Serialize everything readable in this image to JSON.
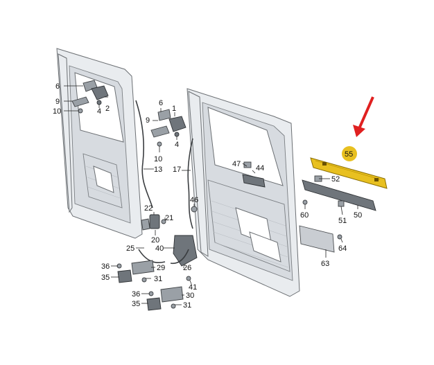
{
  "labels": {
    "l6a": "6",
    "l9a": "9",
    "l10a": "10",
    "l4a": "4",
    "l2": "2",
    "l6b": "6",
    "l1": "1",
    "l9b": "9",
    "l4b": "4",
    "l10b": "10",
    "l13": "13",
    "l17": "17",
    "l47": "47",
    "l44": "44",
    "l46": "46",
    "l22": "22",
    "l21": "21",
    "l20": "20",
    "l25": "25",
    "l40": "40",
    "l36a": "36",
    "l29": "29",
    "l35a": "35",
    "l31a": "31",
    "l26": "26",
    "l41": "41",
    "l36b": "36",
    "l30": "30",
    "l35b": "35",
    "l31b": "31",
    "l55": "55",
    "l52": "52",
    "l60": "60",
    "l51": "51",
    "l50": "50",
    "l64": "64",
    "l63": "63"
  },
  "highlight": {
    "part_number": "55",
    "color": "#e8c020",
    "arrow_color": "#e02020"
  }
}
